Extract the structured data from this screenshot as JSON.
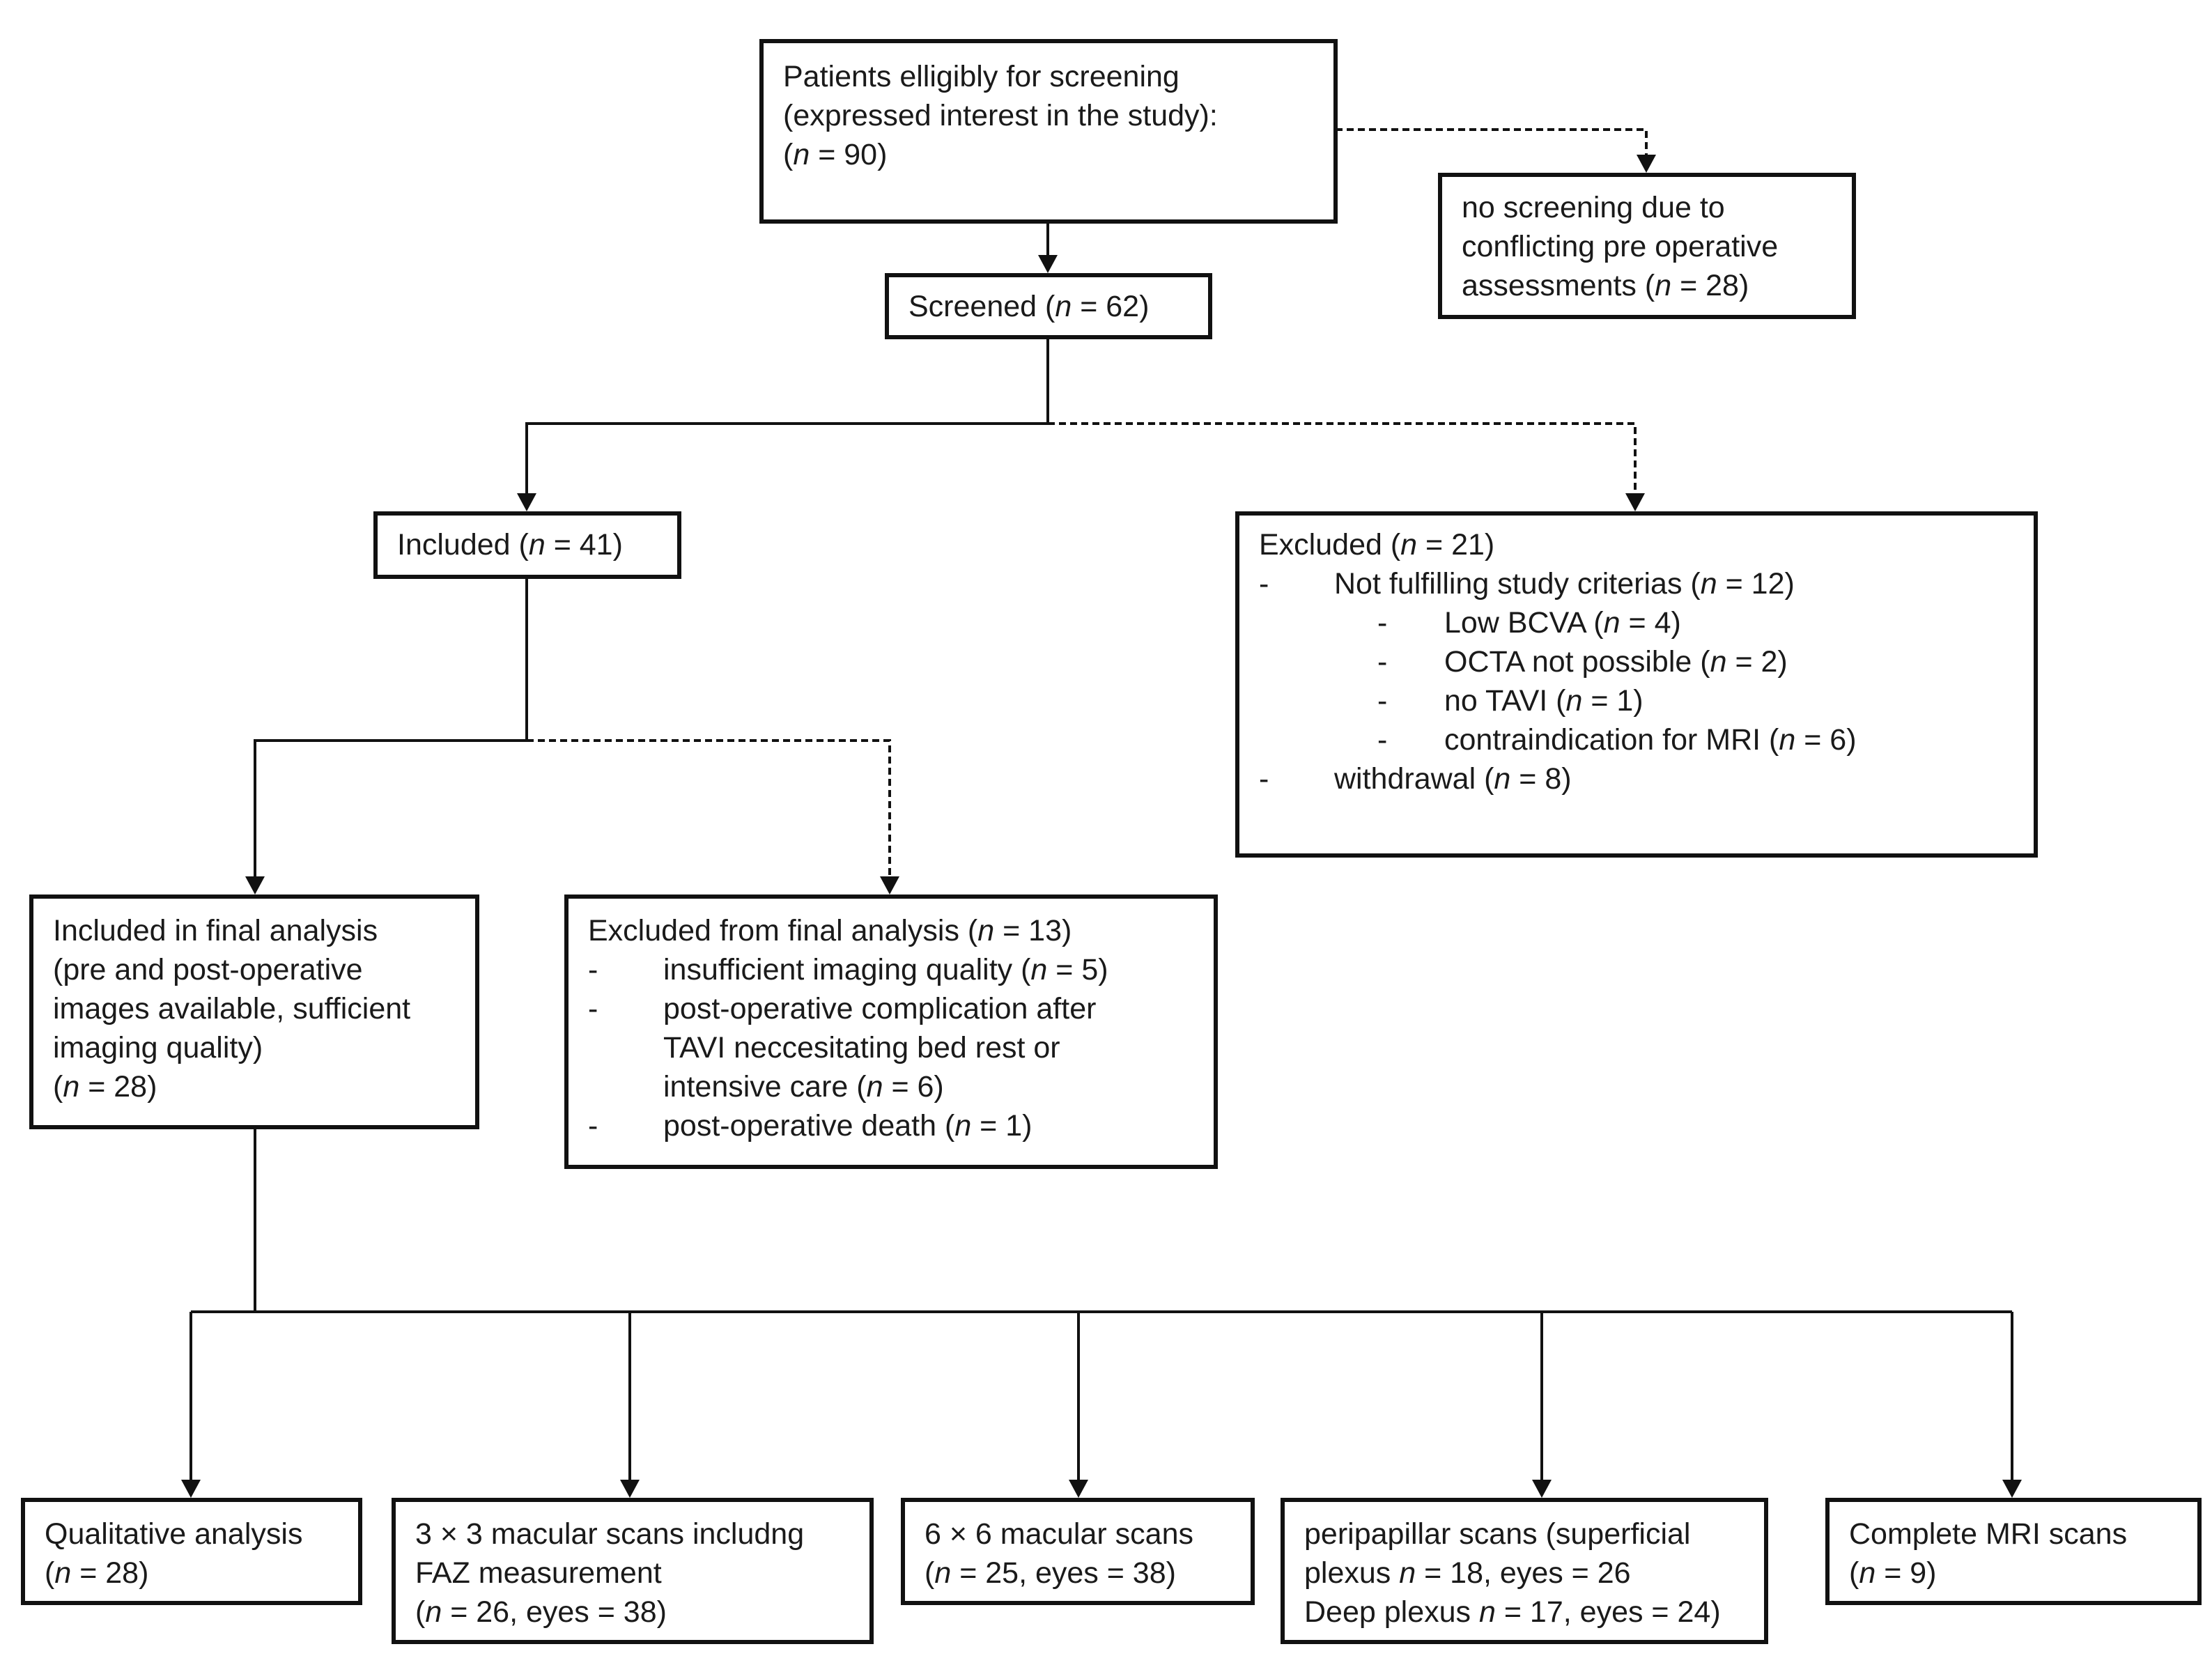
{
  "boxes": {
    "eligible": {
      "lines": [
        "Patients elligibly for screening",
        "(expressed interest in the study):"
      ],
      "count": "(n = 90)"
    },
    "no_screening": {
      "lines": [
        "no screening due to",
        "conflicting pre operative",
        "assessments (n = 28)"
      ]
    },
    "screened": {
      "text": "Screened (n = 62)"
    },
    "included": {
      "text": "Included (n = 41)"
    },
    "excluded": {
      "title": "Excluded (n = 21)",
      "items": [
        {
          "dash": "-",
          "text": "Not fulfilling study criterias (n = 12)",
          "subitems": [
            {
              "dash": "-",
              "text": "Low BCVA (n = 4)"
            },
            {
              "dash": "-",
              "text": "OCTA not possible (n = 2)"
            },
            {
              "dash": "-",
              "text": "no TAVI (n = 1)"
            },
            {
              "dash": "-",
              "text": "contraindication for MRI (n = 6)"
            }
          ]
        },
        {
          "dash": "-",
          "text": "withdrawal (n = 8)"
        }
      ]
    },
    "final_included": {
      "lines": [
        "Included in final analysis",
        "(pre and post-operative",
        "images available, sufficient",
        "imaging quality)",
        "(n = 28)"
      ]
    },
    "final_excluded": {
      "title": "Excluded from final analysis (n = 13)",
      "items": [
        {
          "dash": "-",
          "lines": [
            "insufficient imaging quality (n = 5)"
          ]
        },
        {
          "dash": "-",
          "lines": [
            "post-operative complication after",
            "TAVI neccesitating bed rest or",
            "intensive care (n = 6)"
          ]
        },
        {
          "dash": "-",
          "lines": [
            "post-operative death (n = 1)"
          ]
        }
      ]
    },
    "qualitative": {
      "lines": [
        "Qualitative analysis",
        "(n = 28)"
      ]
    },
    "macular3": {
      "lines": [
        "3 × 3 macular scans includng",
        "FAZ measurement",
        "(n = 26, eyes = 38)"
      ]
    },
    "macular6": {
      "lines": [
        "6 × 6 macular scans",
        "(n = 25, eyes = 38)"
      ]
    },
    "peripapillar": {
      "lines": [
        "peripapillar scans (superficial",
        "plexus n = 18, eyes = 26",
        "Deep plexus n = 17, eyes = 24)"
      ]
    },
    "mri": {
      "lines": [
        "Complete MRI scans",
        "(n = 9)"
      ]
    }
  }
}
